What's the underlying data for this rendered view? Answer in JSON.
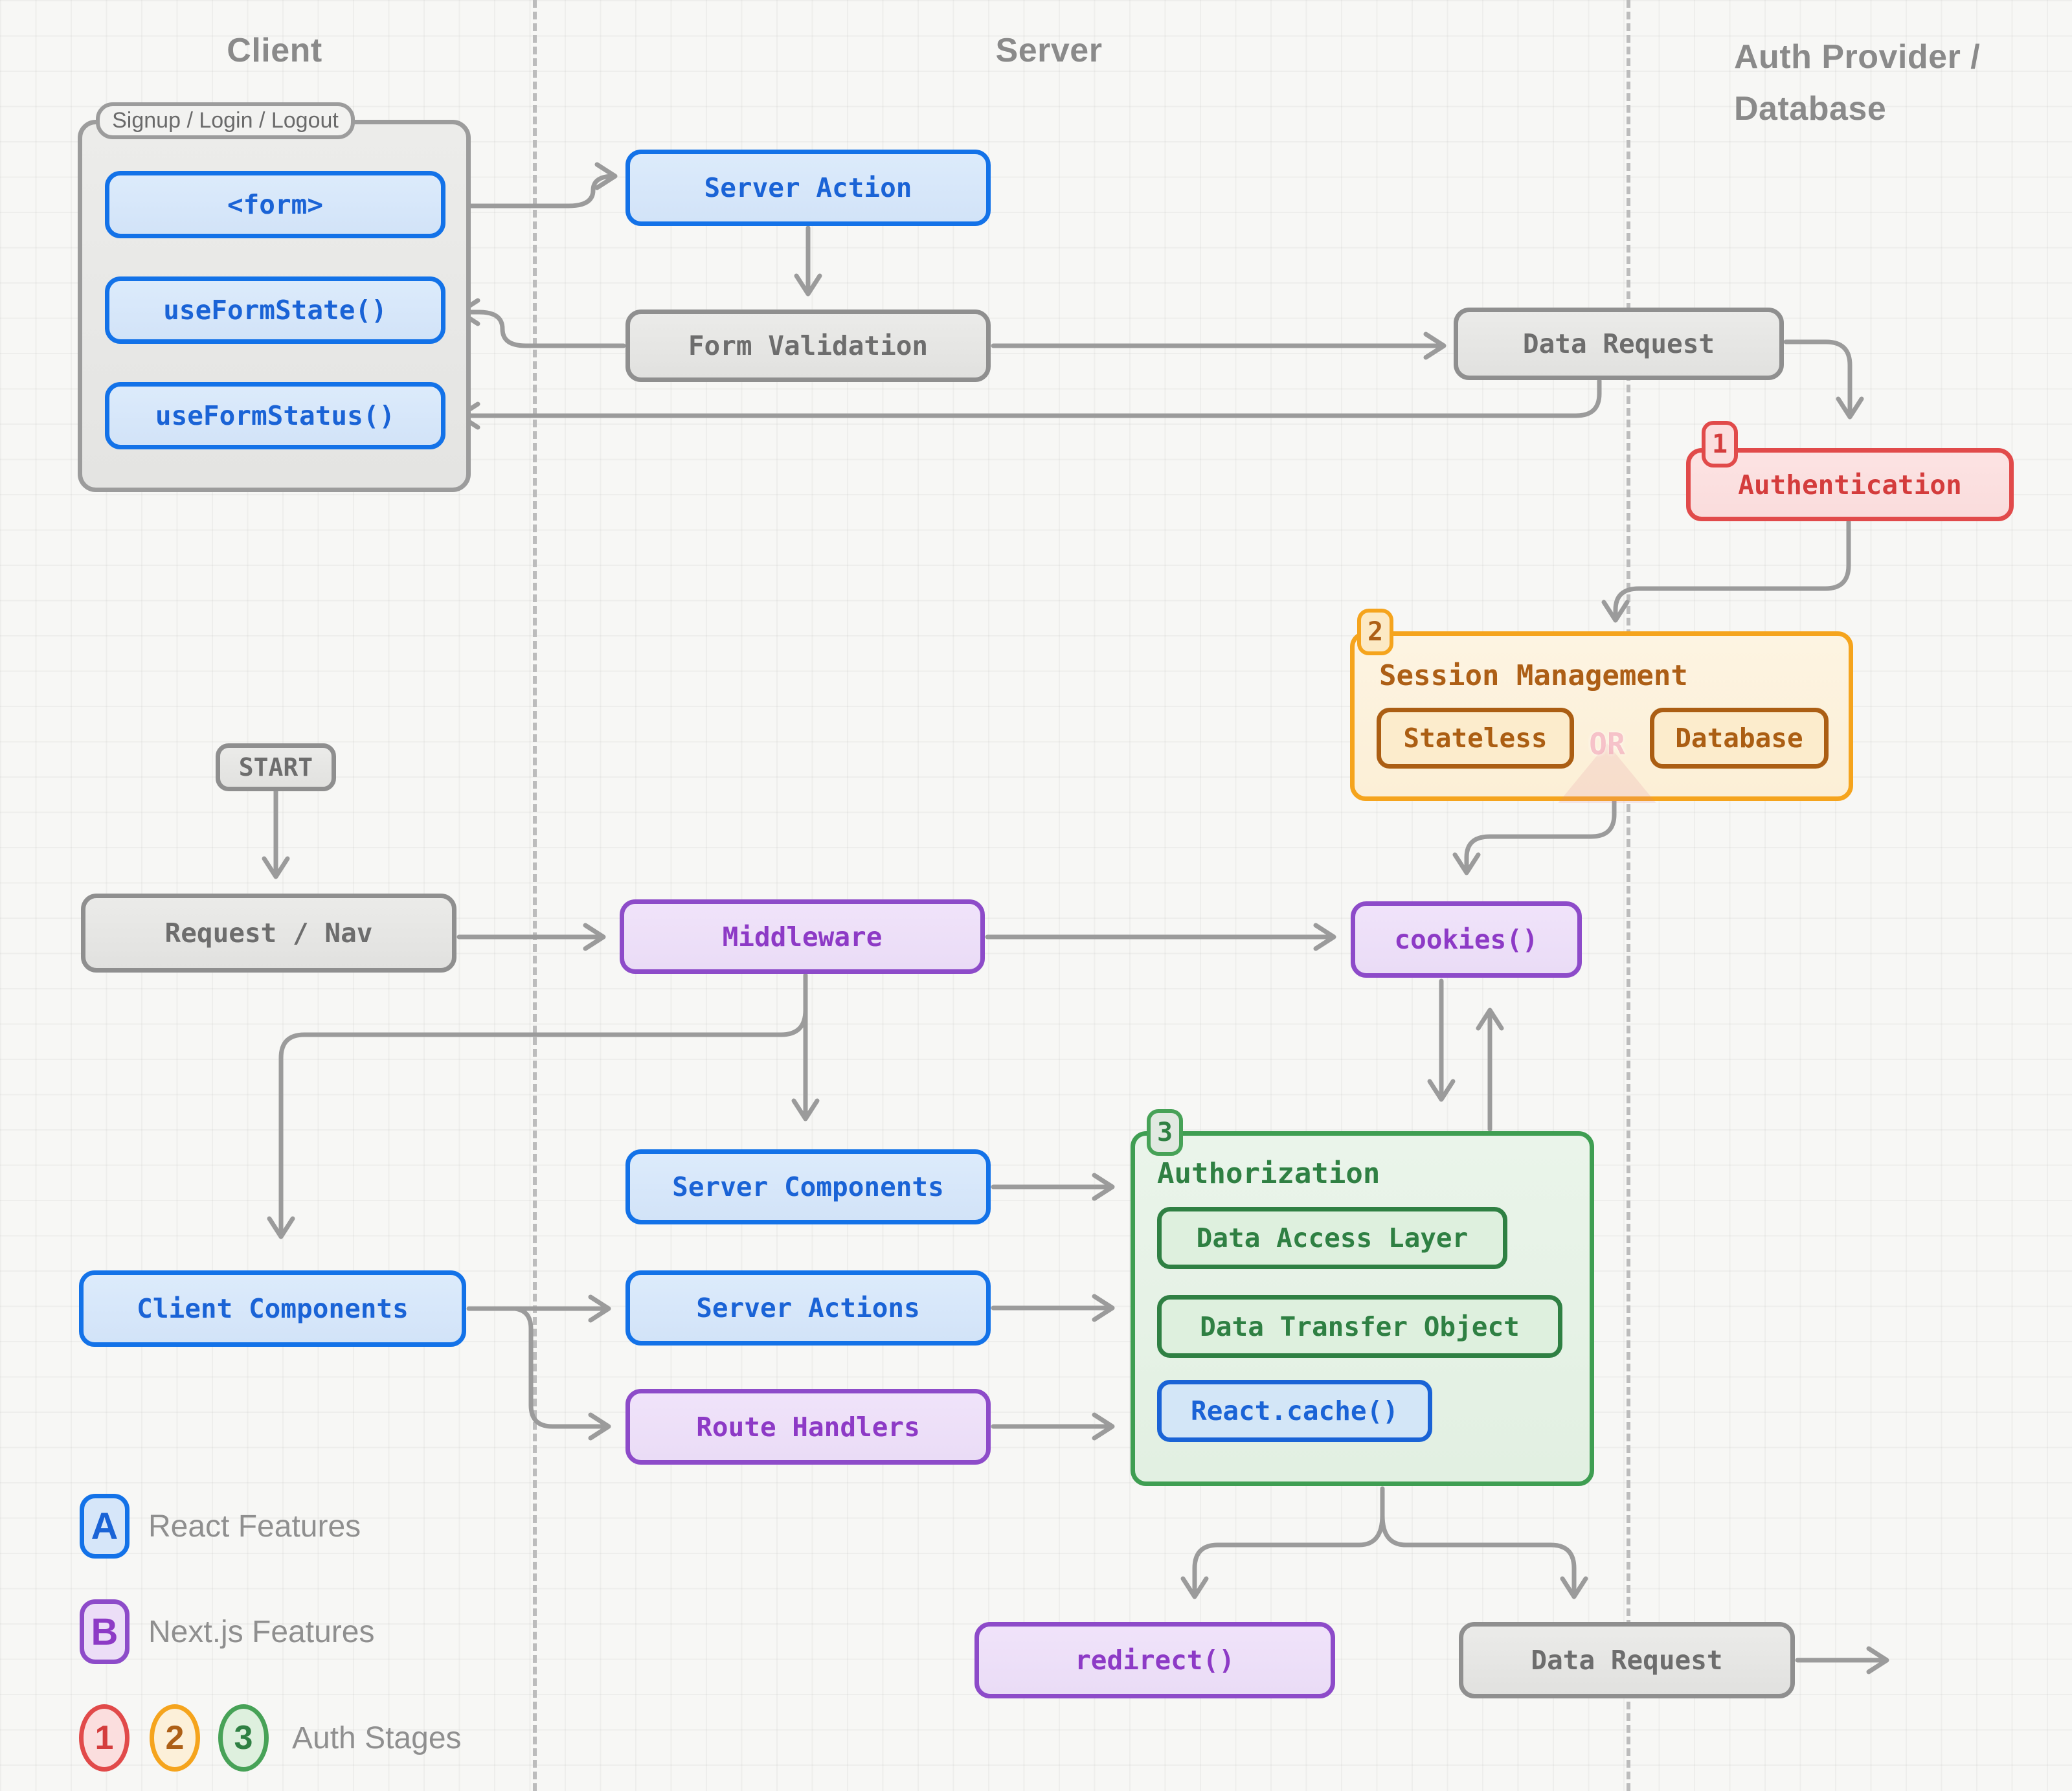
{
  "columns": {
    "client": "Client",
    "server": "Server",
    "auth_line1": "Auth Provider /",
    "auth_line2": "Database"
  },
  "client_group": {
    "tab_label": "Signup / Login / Logout",
    "form": "<form>",
    "use_form_state": "useFormState()",
    "use_form_status": "useFormStatus()"
  },
  "nodes": {
    "server_action": "Server Action",
    "form_validation": "Form Validation",
    "data_request_top": "Data Request",
    "authentication": "Authentication",
    "session_management": "Session Management",
    "stateless": "Stateless",
    "database": "Database",
    "or_watermark": "OR",
    "start": "START",
    "request_nav": "Request / Nav",
    "middleware": "Middleware",
    "cookies": "cookies()",
    "server_components": "Server Components",
    "client_components": "Client Components",
    "server_actions": "Server Actions",
    "route_handlers": "Route Handlers",
    "authorization": "Authorization",
    "data_access_layer": "Data Access Layer",
    "data_transfer_object": "Data Transfer Object",
    "react_cache": "React.cache()",
    "redirect": "redirect()",
    "data_request_bottom": "Data Request"
  },
  "badges": {
    "stage1": "1",
    "stage2": "2",
    "stage3": "3"
  },
  "legend": {
    "react_badge": "A",
    "react_label": "React Features",
    "nextjs_badge": "B",
    "nextjs_label": "Next.js Features",
    "stage1": "1",
    "stage2": "2",
    "stage3": "3",
    "stages_label": "Auth Stages"
  },
  "colors": {
    "react_blue": "#1372e8",
    "nextjs_purple": "#8d4bc9",
    "stage1_red": "#e14a4a",
    "stage2_amber": "#f5a41d",
    "stage3_green": "#47a257",
    "wire_gray": "#9b9b9b",
    "background": "#f7f7f5"
  }
}
